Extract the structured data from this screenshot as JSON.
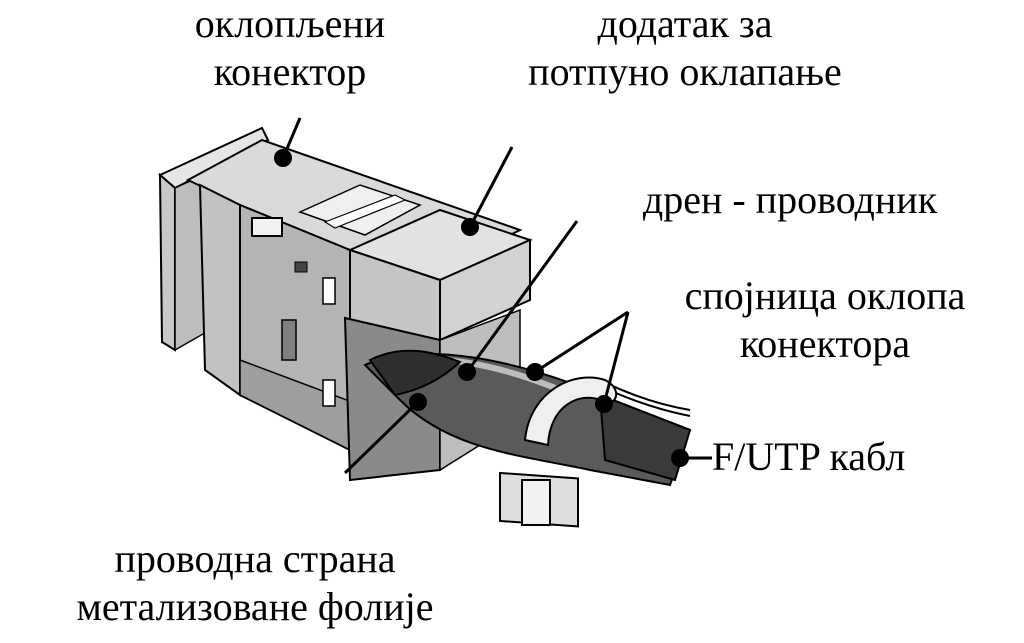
{
  "labels": {
    "shielded_connector": {
      "line1": "оклопљени",
      "line2": "конектор"
    },
    "full_shield_addon": {
      "line1": "додатак за",
      "line2": "потпуно оклапање"
    },
    "drain_wire": {
      "line1": "дрен - проводник"
    },
    "shield_clip": {
      "line1": "спојница оклопа",
      "line2": "конектора"
    },
    "cable": {
      "line1": "F/UTP кабл"
    },
    "foil_side": {
      "line1": "проводна страна",
      "line2": "метализоване фолије"
    }
  },
  "colors": {
    "ink": "#000000",
    "body_light": "#dcdcdc",
    "body_mid": "#b9b9b9",
    "body_dark": "#8c8c8c",
    "cable_dark": "#3a3a3a"
  }
}
